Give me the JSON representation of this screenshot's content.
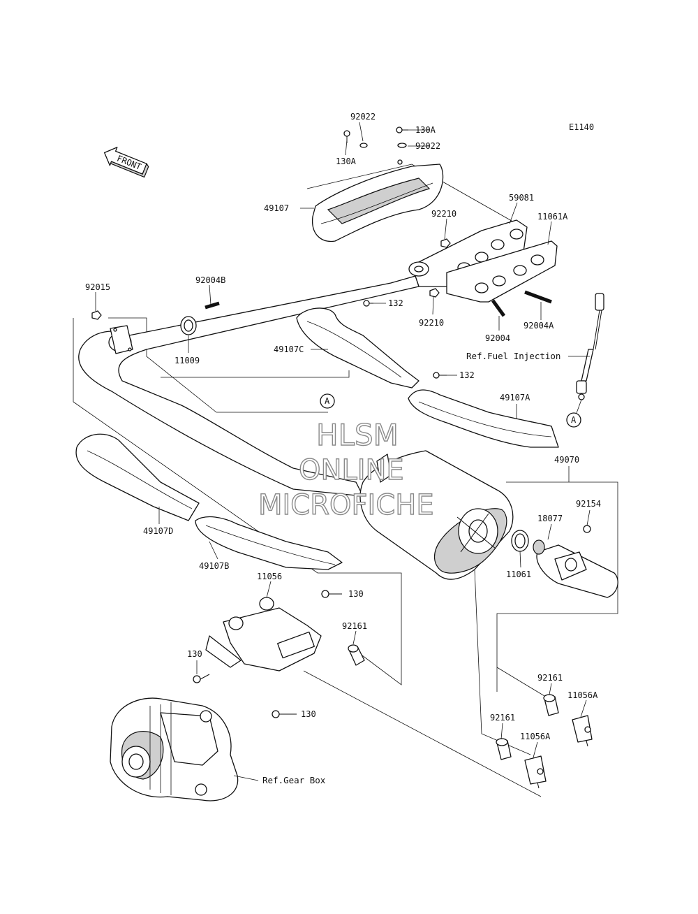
{
  "diagram_code": "E1140",
  "front_label": "FRONT",
  "watermark": [
    "HLSM",
    "ONLINE",
    "MICROFICHE"
  ],
  "ref_labels": {
    "fuel_injection": "Ref.Fuel Injection",
    "gear_box": "Ref.Gear Box"
  },
  "callout_letter": "A",
  "part_labels": [
    {
      "id": "p-92022-top",
      "text": "92022"
    },
    {
      "id": "p-130a-right",
      "text": "130A"
    },
    {
      "id": "p-130a-left",
      "text": "130A"
    },
    {
      "id": "p-92022-right",
      "text": "92022"
    },
    {
      "id": "p-49107",
      "text": "49107"
    },
    {
      "id": "p-59081",
      "text": "59081"
    },
    {
      "id": "p-11061a",
      "text": "11061A"
    },
    {
      "id": "p-92210-top",
      "text": "92210"
    },
    {
      "id": "p-92015",
      "text": "92015"
    },
    {
      "id": "p-92004b",
      "text": "92004B"
    },
    {
      "id": "p-132-top",
      "text": "132"
    },
    {
      "id": "p-92210-bot",
      "text": "92210"
    },
    {
      "id": "p-92004a",
      "text": "92004A"
    },
    {
      "id": "p-92004",
      "text": "92004"
    },
    {
      "id": "p-11009",
      "text": "11009"
    },
    {
      "id": "p-49107c",
      "text": "49107C"
    },
    {
      "id": "p-132-mid",
      "text": "132"
    },
    {
      "id": "p-49107a",
      "text": "49107A"
    },
    {
      "id": "p-49070",
      "text": "49070"
    },
    {
      "id": "p-92154",
      "text": "92154"
    },
    {
      "id": "p-18077",
      "text": "18077"
    },
    {
      "id": "p-11061",
      "text": "11061"
    },
    {
      "id": "p-49107d",
      "text": "49107D"
    },
    {
      "id": "p-49107b",
      "text": "49107B"
    },
    {
      "id": "p-11056",
      "text": "11056"
    },
    {
      "id": "p-130-top",
      "text": "130"
    },
    {
      "id": "p-92161-mid",
      "text": "92161"
    },
    {
      "id": "p-130-left",
      "text": "130"
    },
    {
      "id": "p-130-bot",
      "text": "130"
    },
    {
      "id": "p-92161-right",
      "text": "92161"
    },
    {
      "id": "p-11056a-right",
      "text": "11056A"
    },
    {
      "id": "p-92161-low",
      "text": "92161"
    },
    {
      "id": "p-11056a-low",
      "text": "11056A"
    }
  ]
}
